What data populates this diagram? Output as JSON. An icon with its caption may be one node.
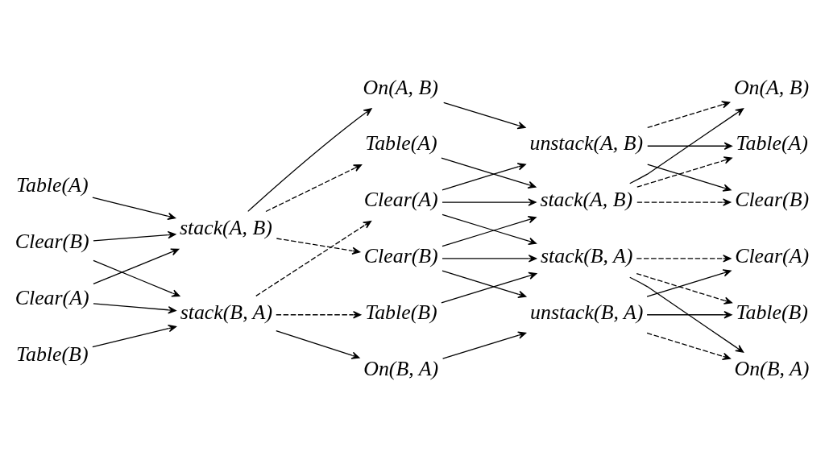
{
  "diagram": {
    "nodes": [
      {
        "text": [
          "Table(A)"
        ]
      },
      {
        "text": [
          "Clear(A)"
        ]
      },
      {
        "text": [
          "Clear(B)"
        ]
      },
      {
        "text": [
          "Table(B)"
        ]
      },
      {
        "text": [
          "stack(A, B)"
        ]
      },
      {
        "text": [
          "stack(B, A)"
        ]
      },
      {
        "text": [
          "On(A, B)"
        ]
      },
      {
        "text": [
          "Table(A)"
        ]
      },
      {
        "text": [
          "Clear(A)"
        ]
      },
      {
        "text": [
          "Clear(B)"
        ]
      },
      {
        "text": [
          "Table(B)"
        ]
      },
      {
        "text": [
          "On(B, A)"
        ]
      },
      {
        "text": [
          "unstack(A, B)"
        ]
      },
      {
        "text": [
          "stack(A, B)"
        ]
      },
      {
        "text": [
          "stack(B, A)"
        ]
      },
      {
        "text": [
          "unstack(B, A)"
        ]
      },
      {
        "text": [
          "On(A, B)"
        ]
      },
      {
        "text": [
          "Table(A)"
        ]
      },
      {
        "text": [
          "Clear(A)"
        ]
      },
      {
        "text": [
          "Clear(B)"
        ]
      },
      {
        "text": [
          "Table(B)"
        ]
      },
      {
        "text": [
          "On(B, A)"
        ]
      }
    ],
    "edges": [
      {
        "from": 0,
        "to": 4,
        "arrow": "to"
      },
      {
        "from": 1,
        "to": 4,
        "arrow": "to"
      },
      {
        "from": 2,
        "to": 4,
        "arrow": "to"
      },
      {
        "from": 1,
        "to": 5,
        "arrow": "to"
      },
      {
        "from": 2,
        "to": 5,
        "arrow": "to"
      },
      {
        "from": 3,
        "to": 5,
        "arrow": "to"
      },
      {
        "from": 4,
        "to": 6,
        "arrow": "to"
      },
      {
        "from": 4,
        "to": 7,
        "arrow": "to",
        "style": "dashed"
      },
      {
        "from": 4,
        "to": 9,
        "arrow": "to",
        "style": "dashed"
      },
      {
        "from": 5,
        "to": 8,
        "arrow": "to",
        "style": "dashed"
      },
      {
        "from": 5,
        "to": 10,
        "arrow": "to",
        "style": "dashed"
      },
      {
        "from": 5,
        "to": 11,
        "arrow": "to"
      },
      {
        "from": 6,
        "to": 12,
        "arrow": "to"
      },
      {
        "from": 8,
        "to": 12,
        "arrow": "to"
      },
      {
        "from": 7,
        "to": 13,
        "arrow": "to"
      },
      {
        "from": 8,
        "to": 13,
        "arrow": "to"
      },
      {
        "from": 9,
        "to": 13,
        "arrow": "to"
      },
      {
        "from": 8,
        "to": 14,
        "arrow": "to"
      },
      {
        "from": 9,
        "to": 14,
        "arrow": "to"
      },
      {
        "from": 10,
        "to": 14,
        "arrow": "to"
      },
      {
        "from": 9,
        "to": 15,
        "arrow": "to"
      },
      {
        "from": 11,
        "to": 15,
        "arrow": "to"
      },
      {
        "from": 12,
        "to": 16,
        "arrow": "to",
        "style": "dashed"
      },
      {
        "from": 12,
        "to": 17,
        "arrow": "to"
      },
      {
        "from": 12,
        "to": 19,
        "arrow": "to"
      },
      {
        "from": 13,
        "to": 16,
        "arrow": "to"
      },
      {
        "from": 13,
        "to": 17,
        "arrow": "to",
        "style": "dashed"
      },
      {
        "from": 13,
        "to": 19,
        "arrow": "to",
        "style": "dashed"
      },
      {
        "from": 14,
        "to": 18,
        "arrow": "to",
        "style": "dashed"
      },
      {
        "from": 14,
        "to": 20,
        "arrow": "to",
        "style": "dashed"
      },
      {
        "from": 14,
        "to": 21,
        "arrow": "to"
      },
      {
        "from": 15,
        "to": 18,
        "arrow": "to"
      },
      {
        "from": 15,
        "to": 20,
        "arrow": "to"
      },
      {
        "from": 15,
        "to": 21,
        "arrow": "to",
        "style": "dashed"
      }
    ]
  }
}
